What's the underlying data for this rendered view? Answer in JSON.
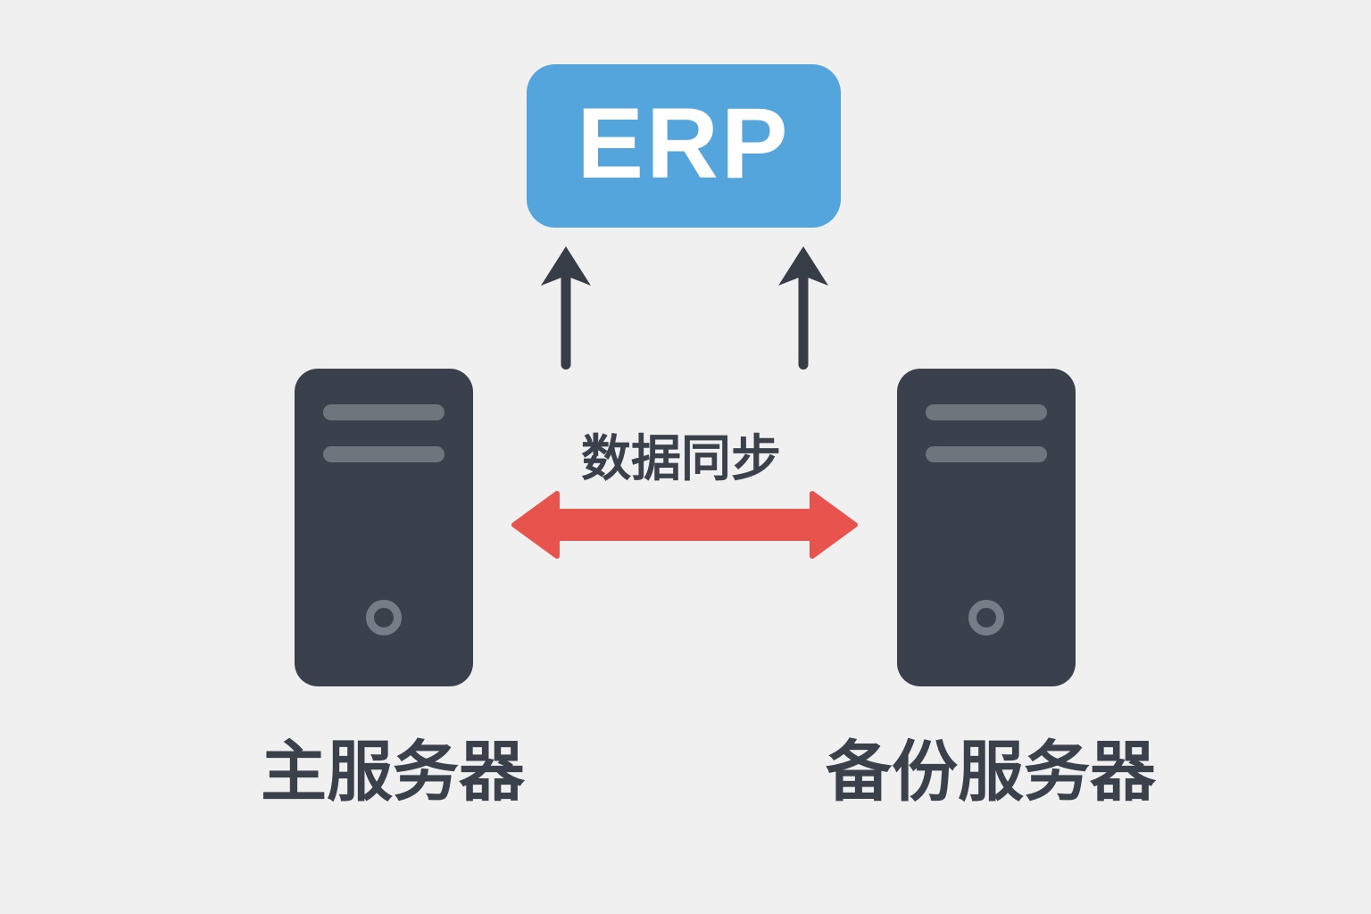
{
  "diagram": {
    "erp": {
      "label": "ERP"
    },
    "sync": {
      "label": "数据同步"
    },
    "servers": [
      {
        "label": "主服务器"
      },
      {
        "label": "备份服务器"
      }
    ],
    "icons": [
      "up-arrow-icon",
      "up-arrow-icon",
      "double-arrow-icon",
      "server-tower-icon",
      "server-tower-icon"
    ]
  },
  "colors": {
    "bg": "#f0f0f1",
    "blue": "#55a5dd",
    "red": "#e8534e",
    "dark": "#363d47",
    "server": "#3a414c",
    "slot": "#6e757d",
    "ring": "#767d86",
    "text": "#3a414b",
    "white": "#ffffff"
  }
}
